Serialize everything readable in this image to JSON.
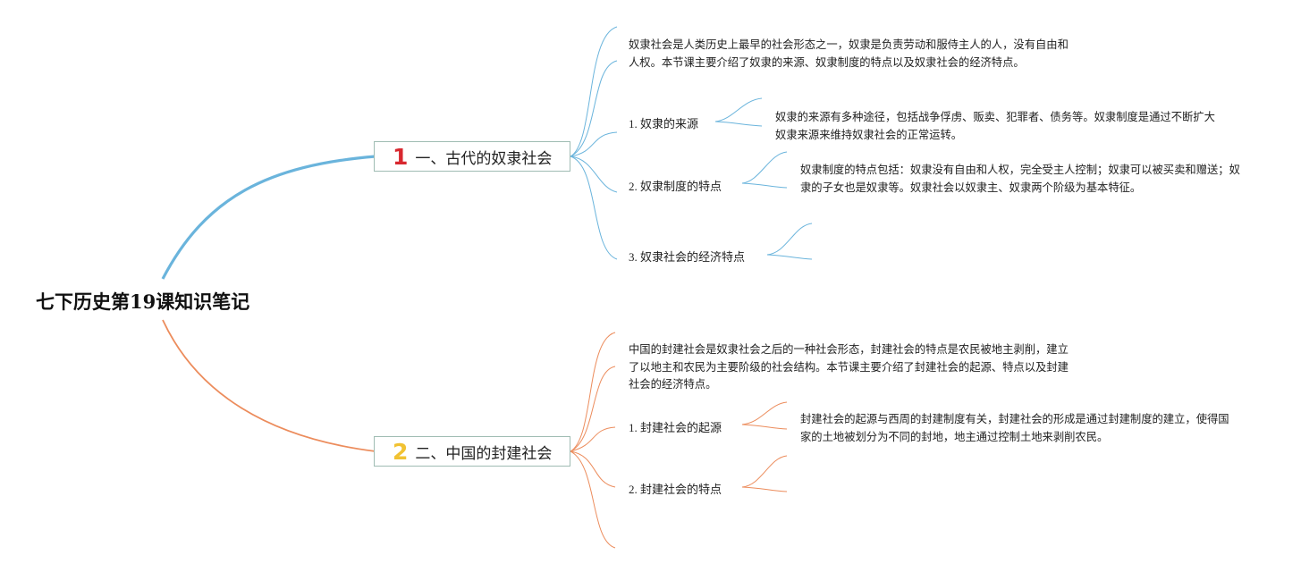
{
  "root": {
    "title": "七下历史第19课知识笔记"
  },
  "branches": [
    {
      "badge": "1",
      "title": "一、古代的奴隶社会",
      "intro": "奴隶社会是人类历史上最早的社会形态之一，奴隶是负责劳动和服侍主人的人，没有自由和人权。本节课主要介绍了奴隶的来源、奴隶制度的特点以及奴隶社会的经济特点。",
      "subs": [
        {
          "label": "1. 奴隶的来源",
          "note": "奴隶的来源有多种途径，包括战争俘虏、贩卖、犯罪者、债务等。奴隶制度是通过不断扩大奴隶来源来维持奴隶社会的正常运转。"
        },
        {
          "label": "2. 奴隶制度的特点",
          "note": "奴隶制度的特点包括：奴隶没有自由和人权，完全受主人控制；奴隶可以被买卖和赠送；奴隶的子女也是奴隶等。奴隶社会以奴隶主、奴隶两个阶级为基本特征。"
        },
        {
          "label": "3. 奴隶社会的经济特点",
          "note": ""
        }
      ]
    },
    {
      "badge": "2",
      "title": "二、中国的封建社会",
      "intro": "中国的封建社会是奴隶社会之后的一种社会形态，封建社会的特点是农民被地主剥削，建立了以地主和农民为主要阶级的社会结构。本节课主要介绍了封建社会的起源、特点以及封建社会的经济特点。",
      "subs": [
        {
          "label": "1. 封建社会的起源",
          "note": "封建社会的起源与西周的封建制度有关，封建社会的形成是通过封建制度的建立，使得国家的土地被划分为不同的封地，地主通过控制土地来剥削农民。"
        },
        {
          "label": "2. 封建社会的特点",
          "note": ""
        }
      ]
    }
  ],
  "colors": {
    "branch1": "#6ab4dc",
    "branch2": "#ec8c5c",
    "node_border": "#9fbcb3",
    "badge1": "#d8282f",
    "badge2": "#f1c232"
  }
}
